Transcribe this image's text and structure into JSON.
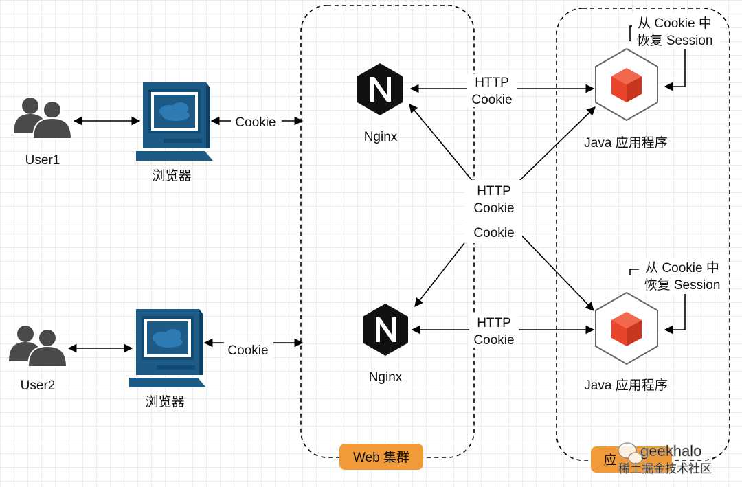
{
  "users": [
    {
      "label": "User1"
    },
    {
      "label": "User2"
    }
  ],
  "browsers": [
    {
      "label": "浏览器"
    },
    {
      "label": "浏览器"
    }
  ],
  "browser_to_web": [
    {
      "label": "Cookie"
    },
    {
      "label": "Cookie"
    }
  ],
  "clusters": {
    "web": {
      "label": "Web 集群"
    },
    "app": {
      "label": "应"
    }
  },
  "nginx": [
    {
      "label": "Nginx",
      "glyph": "N"
    },
    {
      "label": "Nginx",
      "glyph": "N"
    }
  ],
  "java_apps": [
    {
      "label": "Java 应用程序",
      "note_line1": "从 Cookie 中",
      "note_line2": "恢复 Session"
    },
    {
      "label": "Java 应用程序",
      "note_line1": "从 Cookie 中",
      "note_line2": "恢复 Session"
    }
  ],
  "edges": {
    "top_http": {
      "line1": "HTTP",
      "line2": "Cookie"
    },
    "bottom_http": {
      "line1": "HTTP",
      "line2": "Cookie"
    },
    "cross_upper": {
      "line1": "HTTP",
      "line2": "Cookie"
    },
    "cross_lower": {
      "line1": "Cookie"
    }
  },
  "watermark": {
    "brand": "geekhalo",
    "sub": "稀土掘金技术社区"
  },
  "colors": {
    "user_gray": "#4a4a4a",
    "browser_blue": "#1e5a86",
    "nginx_black": "#111111",
    "java_red": "#e8452a",
    "badge_orange": "#f09a3a"
  },
  "icons": [
    "users-icon",
    "browser-computer-icon",
    "nginx-logo-icon",
    "java-app-cube-icon",
    "wechat-icon"
  ]
}
